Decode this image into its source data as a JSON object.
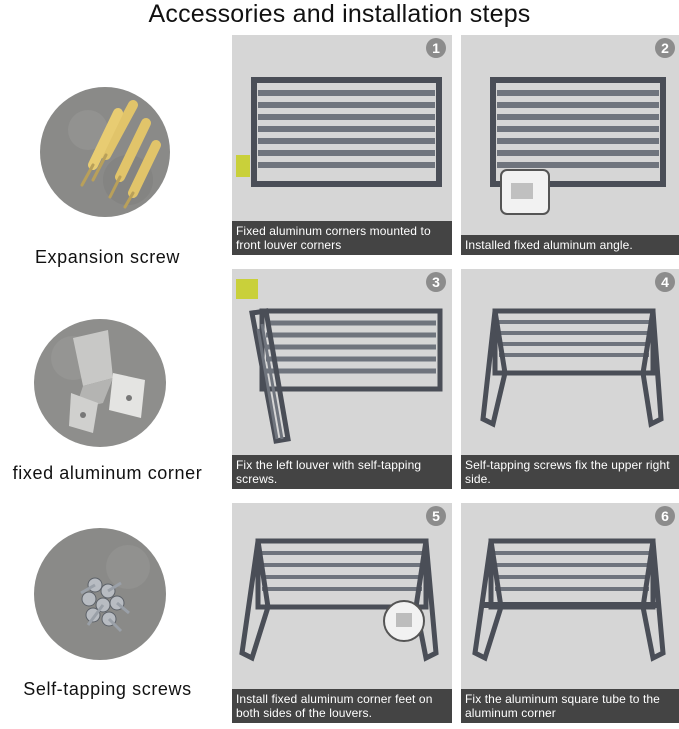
{
  "title": "Accessories and installation steps",
  "accessories": [
    {
      "label": "Expansion screw",
      "icon": "expansion-screws-photo"
    },
    {
      "label": "fixed aluminum corner",
      "icon": "aluminum-corner-photo"
    },
    {
      "label": "Self-tapping screws",
      "icon": "self-tapping-screws-photo"
    }
  ],
  "steps": [
    {
      "number": "1",
      "caption": "Fixed aluminum corners mounted to front louver corners"
    },
    {
      "number": "2",
      "caption": "Installed fixed aluminum angle."
    },
    {
      "number": "3",
      "caption": "Fix the left louver with self-tapping screws."
    },
    {
      "number": "4",
      "caption": "Self-tapping screws fix the upper right side."
    },
    {
      "number": "5",
      "caption": "Install fixed aluminum corner feet on both sides of the louvers."
    },
    {
      "number": "6",
      "caption": "Fix the aluminum square tube to the aluminum corner"
    }
  ],
  "colors": {
    "frame": "#4a4e57",
    "slat": "#6f747d",
    "panel_bg": "#d6d6d6",
    "caption_bg": "#373737",
    "badge": "#8c8c8c"
  }
}
